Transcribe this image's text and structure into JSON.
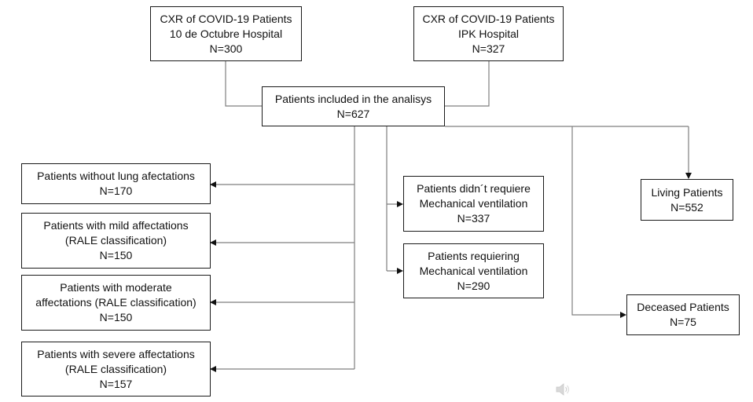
{
  "colors": {
    "line": "#7f7f7f",
    "border": "#1a1a1a",
    "text": "#111111",
    "background": "#ffffff"
  },
  "sources": [
    {
      "lines": [
        "CXR of COVID-19 Patients",
        "10 de Octubre Hospital",
        "N=300"
      ]
    },
    {
      "lines": [
        "CXR of COVID-19 Patients",
        "IPK Hospital",
        "N=327"
      ]
    }
  ],
  "included": {
    "lines": [
      "Patients included in the analisys",
      "N=627"
    ]
  },
  "lung_affectations": [
    {
      "lines": [
        "Patients without lung afectations",
        "N=170"
      ]
    },
    {
      "lines": [
        "Patients with mild affectations",
        "(RALE classification)",
        "N=150"
      ]
    },
    {
      "lines": [
        "Patients with moderate",
        "affectations (RALE classification)",
        "N=150"
      ]
    },
    {
      "lines": [
        "Patients with severe affectations",
        "(RALE classification)",
        "N=157"
      ]
    }
  ],
  "ventilation": [
    {
      "lines": [
        "Patients didn´t requiere",
        "Mechanical ventilation",
        "N=337"
      ]
    },
    {
      "lines": [
        "Patients requiering",
        "Mechanical ventilation",
        "N=290"
      ]
    }
  ],
  "outcome": [
    {
      "lines": [
        "Living Patients",
        "N=552"
      ]
    },
    {
      "lines": [
        "Deceased Patients",
        "N=75"
      ]
    }
  ],
  "speaker_icon": "speaker-icon"
}
